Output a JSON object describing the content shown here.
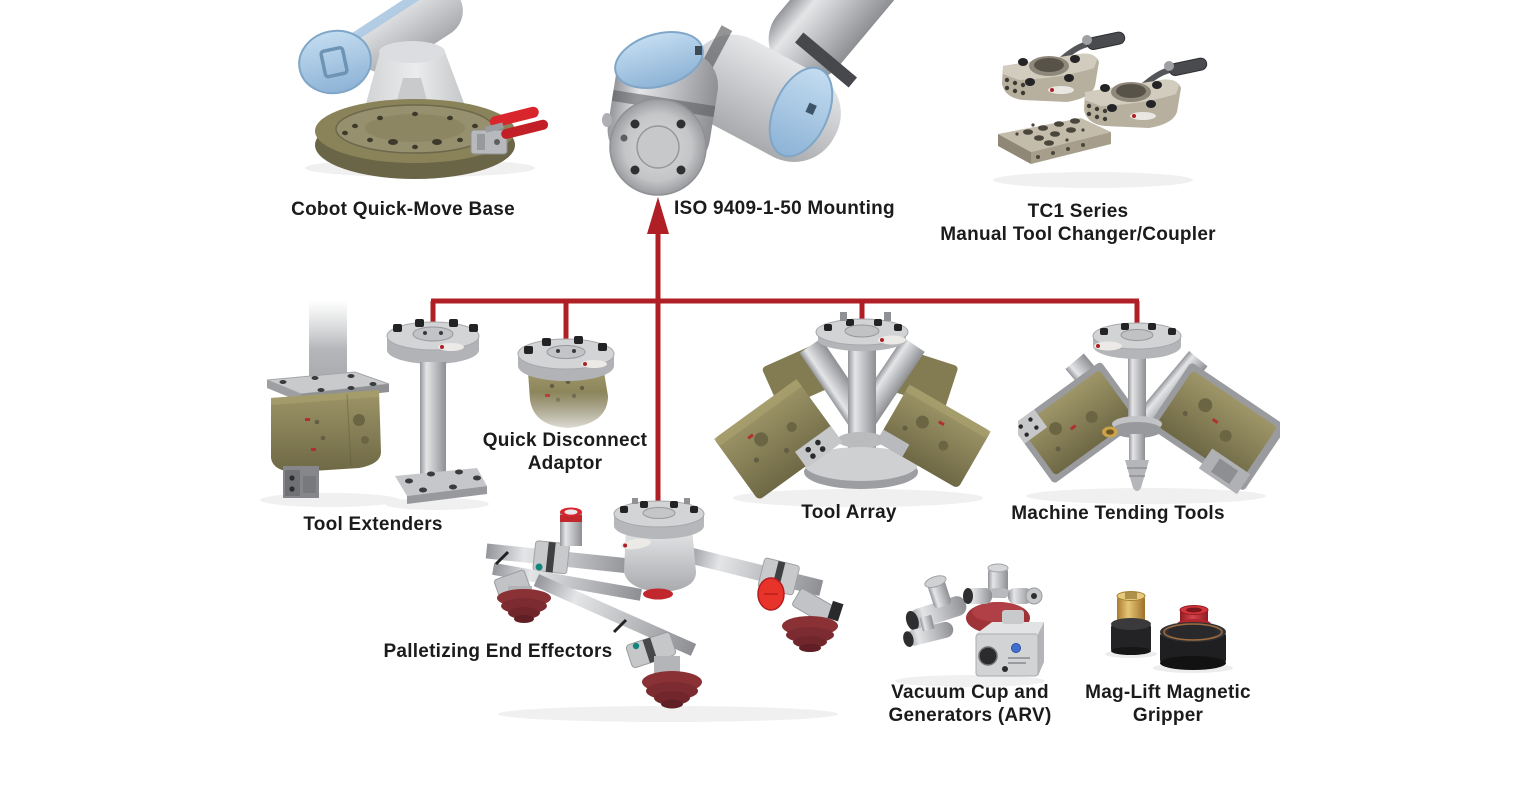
{
  "title": "Cobot end-of-arm tooling product family diagram",
  "colors": {
    "background": "#ffffff",
    "connector_red": "#b01f26",
    "label_text": "#1b1b1b",
    "olive_tooling": "#8f8757",
    "robot_blue": "#a9c8e3",
    "silver_metal": "#c6c7c9",
    "suction_cup_dark_red": "#7c2b30",
    "accent_bright_red": "#e8332a",
    "brass": "#c9a24b"
  },
  "nodes": {
    "cobot_base": {
      "label": "Cobot Quick-Move Base"
    },
    "iso_mounting": {
      "label": "ISO 9409-1-50 Mounting"
    },
    "tc1": {
      "label_line1": "TC1 Series",
      "label_line2": "Manual Tool Changer/Coupler"
    },
    "tool_extenders": {
      "label": "Tool Extenders"
    },
    "quick_disconnect": {
      "label_line1": "Quick Disconnect",
      "label_line2": "Adaptor"
    },
    "tool_array": {
      "label": "Tool Array"
    },
    "machine_tending": {
      "label": "Machine Tending Tools"
    },
    "palletizing": {
      "label": "Palletizing End Effectors"
    },
    "vacuum_arv": {
      "label_line1": "Vacuum Cup and",
      "label_line2": "Generators (ARV)"
    },
    "mag_lift": {
      "label_line1": "Mag-Lift Magnetic",
      "label_line2": "Gripper"
    }
  },
  "connections": {
    "root": "iso_mounting",
    "connected_children": [
      "tool_extenders",
      "quick_disconnect",
      "palletizing",
      "tool_array",
      "machine_tending"
    ]
  }
}
